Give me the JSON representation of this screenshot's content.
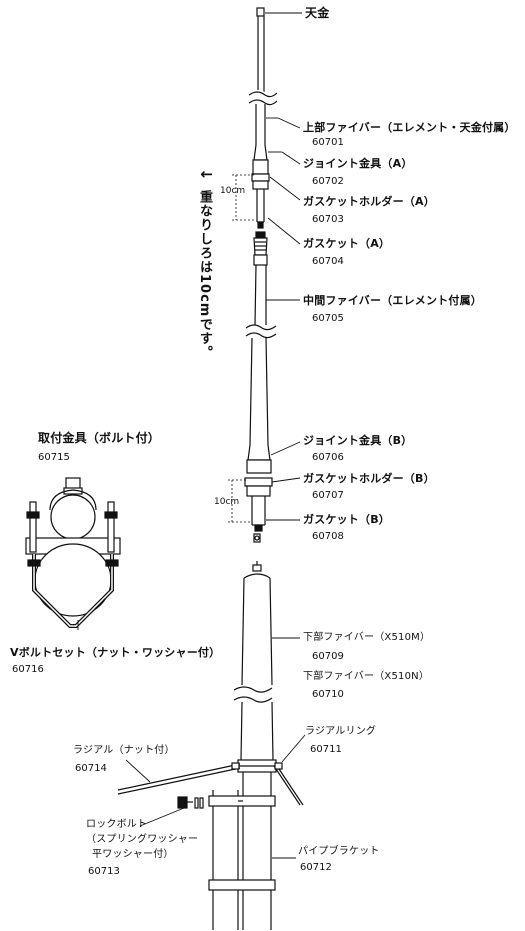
{
  "parts": {
    "top_cap": {
      "label": "天金"
    },
    "upper_fiber": {
      "label": "上部ファイバー（エレメント・天金付属）",
      "number": "60701"
    },
    "joint_a": {
      "label": "ジョイント金具（A）",
      "number": "60702"
    },
    "gasket_holder_a": {
      "label": "ガスケットホルダー（A）",
      "number": "60703"
    },
    "gasket_a": {
      "label": "ガスケット（A）",
      "number": "60704"
    },
    "middle_fiber": {
      "label": "中間ファイバー（エレメント付属）",
      "number": "60705"
    },
    "joint_b": {
      "label": "ジョイント金具（B）",
      "number": "60706"
    },
    "gasket_holder_b": {
      "label": "ガスケットホルダー（B）",
      "number": "60707"
    },
    "gasket_b": {
      "label": "ガスケット（B）",
      "number": "60708"
    },
    "lower_fiber_m": {
      "label": "下部ファイバー（X510M）",
      "number": "60709"
    },
    "lower_fiber_n": {
      "label": "下部ファイバー（X510N）",
      "number": "60710"
    },
    "radial_ring": {
      "label": "ラジアルリング",
      "number": "60711"
    },
    "pipe_bracket": {
      "label": "パイプブラケット",
      "number": "60712"
    },
    "lock_bolt": {
      "label_line1": "ロックボルト",
      "label_line2": "（スプリングワッシャー",
      "label_line3": "平ワッシャー付）",
      "number": "60713"
    },
    "radial": {
      "label": "ラジアル（ナット付）",
      "number": "60714"
    },
    "mount_bracket": {
      "label": "取付金具（ボルト付）",
      "number": "60715"
    },
    "v_bolt": {
      "label": "Vボルトセット（ナット・ワッシャー付）",
      "number": "60716"
    }
  },
  "overlap_note": {
    "arrow": "↓",
    "text": "重なりしろは10cmです。"
  },
  "dimension_a": "10cm",
  "dimension_b": "10cm"
}
